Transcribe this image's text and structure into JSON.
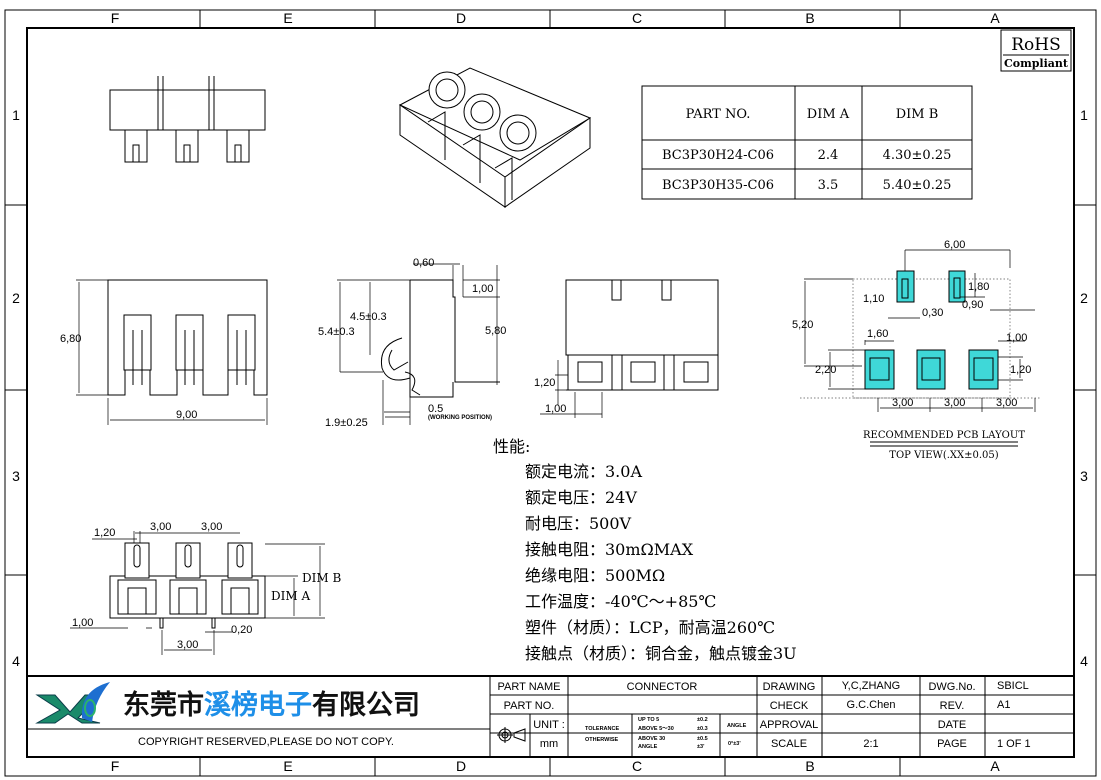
{
  "frame": {
    "columns": [
      "F",
      "E",
      "D",
      "C",
      "B",
      "A"
    ],
    "rows": [
      "1",
      "2",
      "3",
      "4"
    ]
  },
  "rohs": {
    "title": "RoHS",
    "subtitle": "Compliant"
  },
  "parts_table": {
    "headers": [
      "PART NO.",
      "DIM A",
      "DIM B"
    ],
    "rows": [
      [
        "BC3P30H24-C06",
        "2.4",
        "4.30±0.25"
      ],
      [
        "BC3P30H35-C06",
        "3.5",
        "5.40±0.25"
      ]
    ]
  },
  "front_view": {
    "height": "6,80",
    "width": "9,00"
  },
  "side_view": {
    "d1": "0,60",
    "d2": "1,00",
    "d3": "4.5±0.3",
    "d4": "5.4±0.3",
    "d5": "5,80",
    "d6": "0.5",
    "d7": "1.9±0.25",
    "note": "(WORKING POSITION)"
  },
  "rear_view": {
    "d1": "1,20",
    "d2": "1,00"
  },
  "pcb_layout": {
    "dims": [
      "6,00",
      "1,10",
      "1,80",
      "0,30",
      "0,90",
      "5,20",
      "1,60",
      "1,00",
      "2,20",
      "1,20",
      "3,00",
      "3,00",
      "3,00"
    ],
    "title": "RECOMMENDED PCB LAYOUT",
    "subtitle": "TOP VIEW(.XX±0.05)"
  },
  "bottom_view": {
    "d1": "1,20",
    "d2": "3,00",
    "d3": "3,00",
    "dim_b": "DIM B",
    "dim_a": "DIM A",
    "d4": "1,00",
    "d5": "0,20",
    "d6": "3,00"
  },
  "specs": {
    "title": "性能:",
    "items": [
      "额定电流：3.0A",
      "额定电压：24V",
      "耐电压：500V",
      "接触电阻：30mΩMAX",
      "绝缘电阻：500MΩ",
      "工作温度：-40℃～+85℃",
      "塑件（材质）：LCP，耐高温260℃",
      "接触点（材质）：铜合金，触点镀金3U"
    ]
  },
  "company": {
    "logo_text": "XD",
    "name_prefix": "东莞市",
    "name_highlight": "溪榜电子",
    "name_suffix": "有限公司",
    "copyright": "COPYRIGHT RESERVED,PLEASE DO NOT COPY.",
    "brand_color": "#1e8fe8"
  },
  "title_block": {
    "part_name_label": "PART NAME",
    "part_name": "CONNECTOR",
    "part_no_label": "PART NO.",
    "part_no": "",
    "unit_label": "UNIT :",
    "unit": "mm",
    "tolerance_label": "TOLERANCE",
    "otherwise_label": "OTHERWISE",
    "tol_rows": [
      [
        "UP TO 5",
        "±0.2"
      ],
      [
        "ABOVE 5～30",
        "±0.3"
      ],
      [
        "ABOVE 30",
        "±0.5"
      ],
      [
        "ANGLE",
        "±3'"
      ]
    ],
    "angle_label": "ANGLE",
    "angle_value": "0°±3'",
    "drawing_label": "DRAWING",
    "drawing": "Y,C,ZHANG",
    "check_label": "CHECK",
    "check": "G.C.Chen",
    "approval_label": "APPROVAL",
    "approval": "",
    "scale_label": "SCALE",
    "scale": "2:1",
    "dwg_no_label": "DWG.No.",
    "dwg_no": "SBICL",
    "rev_label": "REV.",
    "rev": "A1",
    "date_label": "DATE",
    "date": "",
    "page_label": "PAGE",
    "page": "1 OF 1"
  }
}
